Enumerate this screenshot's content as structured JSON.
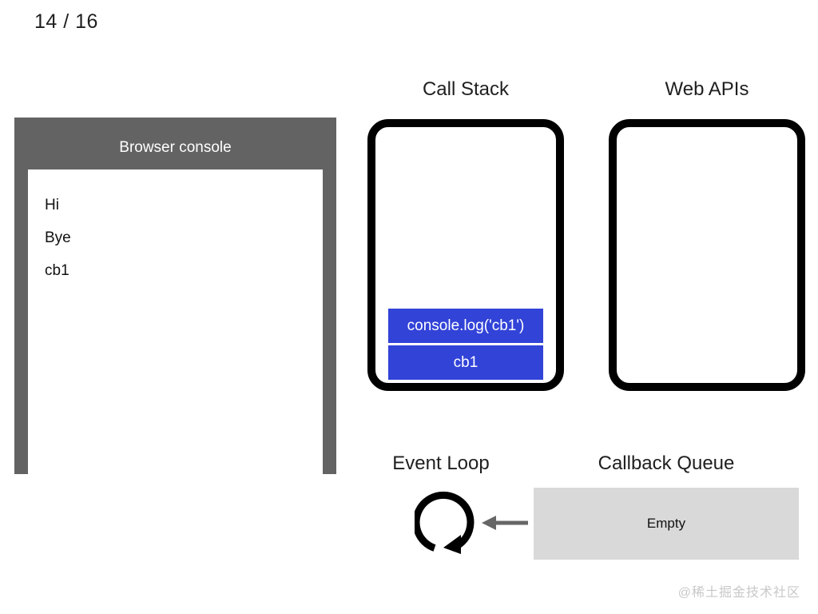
{
  "slide": {
    "counter": "14 / 16",
    "watermark": "@稀土掘金技术社区"
  },
  "console_panel": {
    "title": "Browser console",
    "frame_color": "#636363",
    "lines": [
      "Hi",
      "Bye",
      "cb1"
    ]
  },
  "call_stack": {
    "title": "Call Stack",
    "frame_color": "#3243d8",
    "frames": [
      "console.log('cb1')",
      "cb1"
    ]
  },
  "web_apis": {
    "title": "Web APIs",
    "items": []
  },
  "event_loop": {
    "title": "Event Loop",
    "icon": "circular-arrow-icon",
    "arrow_icon": "arrow-left-icon",
    "arrow_color": "#666666"
  },
  "callback_queue": {
    "title": "Callback Queue",
    "status": "Empty",
    "box_color": "#d9d9d9"
  }
}
